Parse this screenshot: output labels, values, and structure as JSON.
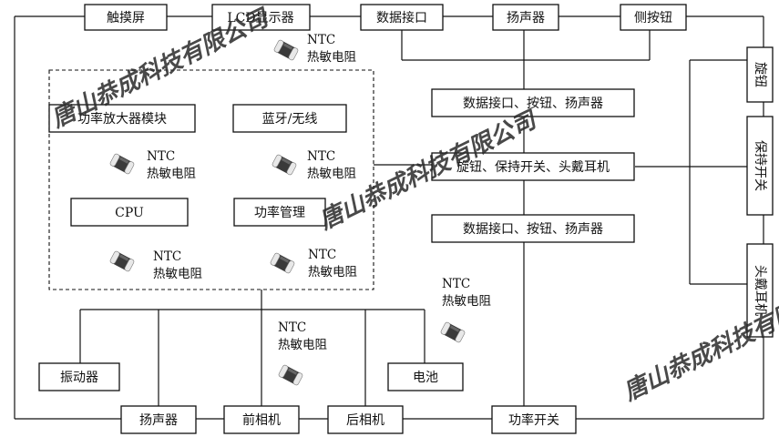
{
  "blocks": {
    "touchscreen": "触摸屏",
    "lcd": "LCD显示器",
    "data_port_top": "数据接口",
    "speaker_top": "扬声器",
    "side_button": "侧按钮",
    "knob": "旋钮",
    "hold_switch": "保持开关",
    "headphone": "头戴耳机",
    "power_amp": "功率放大器模块",
    "bluetooth": "蓝牙/无线",
    "cpu": "CPU",
    "power_mgmt": "功率管理",
    "hub1": "数据接口、按钮、扬声器",
    "hub2": "旋钮、保持开关、头戴耳机",
    "hub3": "数据接口、按钮、扬声器",
    "vibrator": "振动器",
    "battery": "电池",
    "speaker_bottom": "扬声器",
    "front_camera": "前相机",
    "rear_camera": "后相机",
    "power_switch": "功率开关"
  },
  "ntc": {
    "line1": "NTC",
    "line2": "热敏电阻"
  },
  "watermark": "唐山恭成科技有限公司",
  "colors": {
    "line": "#111111",
    "box_fill": "#ffffff",
    "chip_body": "#3a3a3a",
    "chip_cap": "#e8e8e8"
  },
  "icon": "ntc-thermistor-chip-icon"
}
